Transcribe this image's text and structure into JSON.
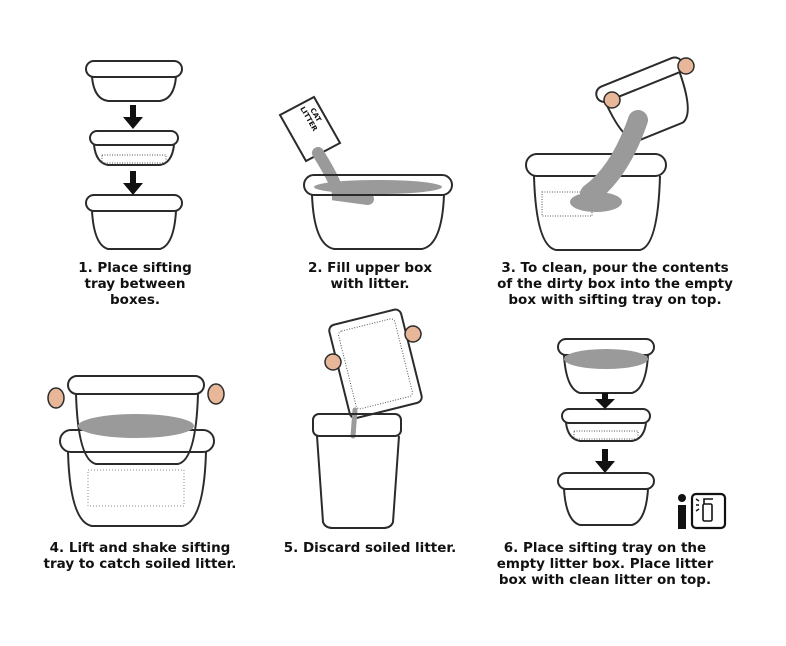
{
  "steps": [
    {
      "number": 1,
      "caption": "1. Place sifting\ntray between\nboxes."
    },
    {
      "number": 2,
      "caption": "2. Fill upper box\nwith litter.",
      "bag_label": "CAT\nLITTER"
    },
    {
      "number": 3,
      "caption": "3. To clean, pour the contents\nof the dirty box into the empty\nbox with sifting tray on top."
    },
    {
      "number": 4,
      "caption": "4. Lift and shake sifting\ntray to catch soiled litter."
    },
    {
      "number": 5,
      "caption": "5. Discard soiled litter."
    },
    {
      "number": 6,
      "caption": "6. Place sifting tray on the\nempty litter box. Place litter\nbox with clean litter on top."
    }
  ],
  "colors": {
    "line": "#2b2b2b",
    "litter": "#9a9a9a",
    "hand": "#e8b79a",
    "mesh": "#555555"
  },
  "icons": [
    "arrow-down-icon",
    "info-cleaning-icon"
  ]
}
